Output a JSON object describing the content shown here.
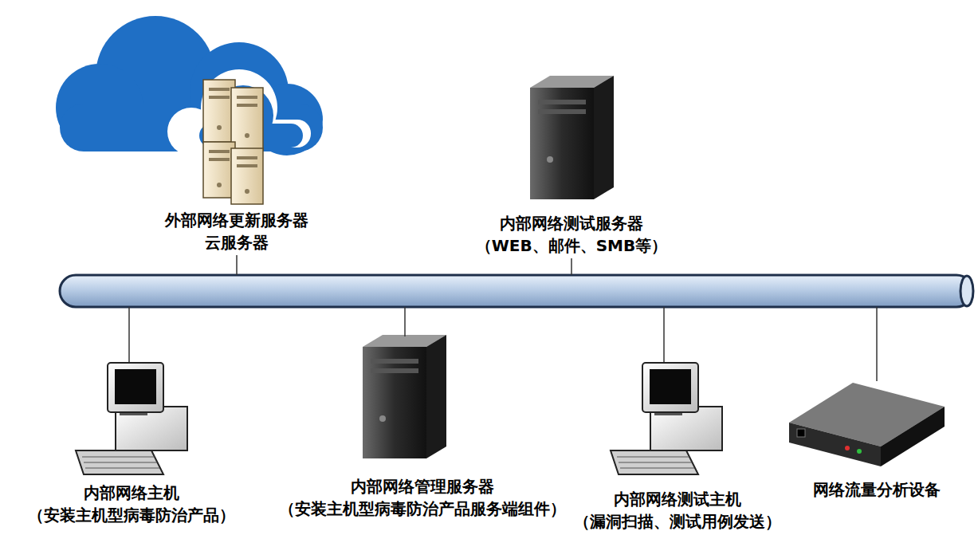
{
  "diagram": {
    "nodes": [
      {
        "text": [
          "外部网络更新服务器",
          "云服务器"
        ]
      },
      {
        "text": [
          "内部网络测试服务器",
          "（WEB、邮件、SMB等）"
        ]
      },
      {
        "text": [
          "内部网络主机",
          "（安装主机型病毒防治产品）"
        ]
      },
      {
        "text": [
          "内部网络管理服务器",
          "（安装主机型病毒防治产品服务端组件）"
        ]
      },
      {
        "text": [
          "内部网络测试主机",
          "（漏洞扫描、测试用例发送）"
        ]
      },
      {
        "text": [
          "网络流量分析设备"
        ]
      }
    ]
  }
}
